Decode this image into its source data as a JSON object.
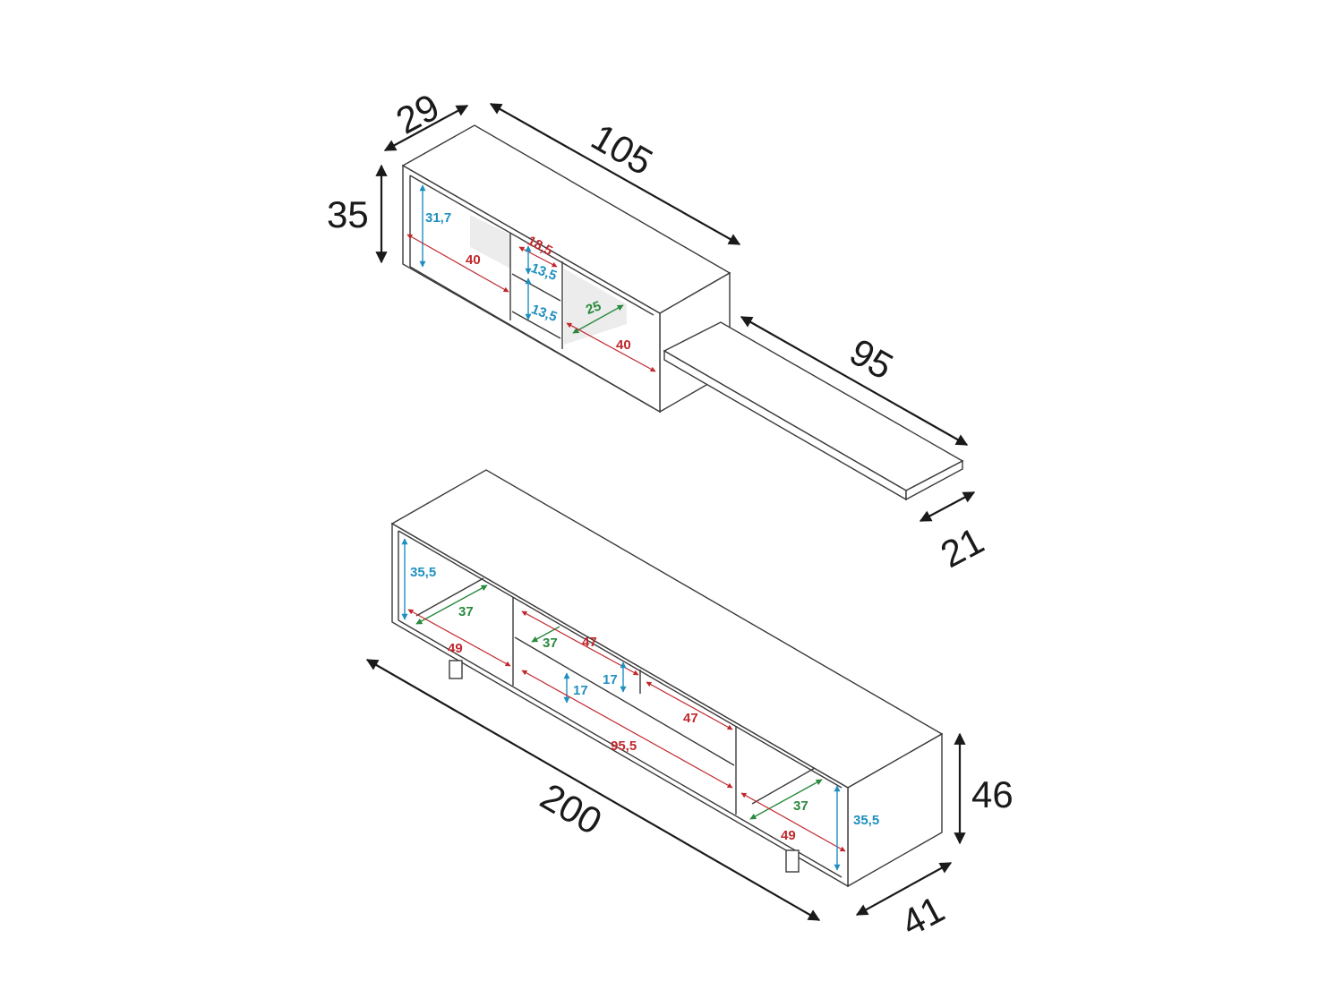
{
  "diagram": {
    "title": "Wall unit and TV stand dimension drawing",
    "colors": {
      "overall": "#1a1a1a",
      "width": "#c0282d",
      "height": "#1f8fbf",
      "depth": "#2a8a3e"
    },
    "wall_cabinet": {
      "overall": {
        "depth": "29",
        "width": "105",
        "height": "35"
      },
      "inner": {
        "left_height": "31,7",
        "left_width": "40",
        "middle_width": "18,5",
        "upper_height": "13,5",
        "lower_height": "13,5",
        "right_depth": "25",
        "right_width": "40"
      }
    },
    "shelf": {
      "width": "95",
      "depth": "21"
    },
    "tv_stand": {
      "overall": {
        "width": "200",
        "height": "46",
        "depth": "41"
      },
      "inner": {
        "left_height": "35,5",
        "left_depth": "37",
        "left_width": "49",
        "center_depth": "37",
        "center_upper_width_left": "47",
        "center_upper_height_left": "17",
        "center_upper_height_right": "17",
        "center_upper_width_right": "47",
        "center_lower_width": "95,5",
        "right_depth": "37",
        "right_width": "49",
        "right_height": "35,5"
      }
    }
  }
}
